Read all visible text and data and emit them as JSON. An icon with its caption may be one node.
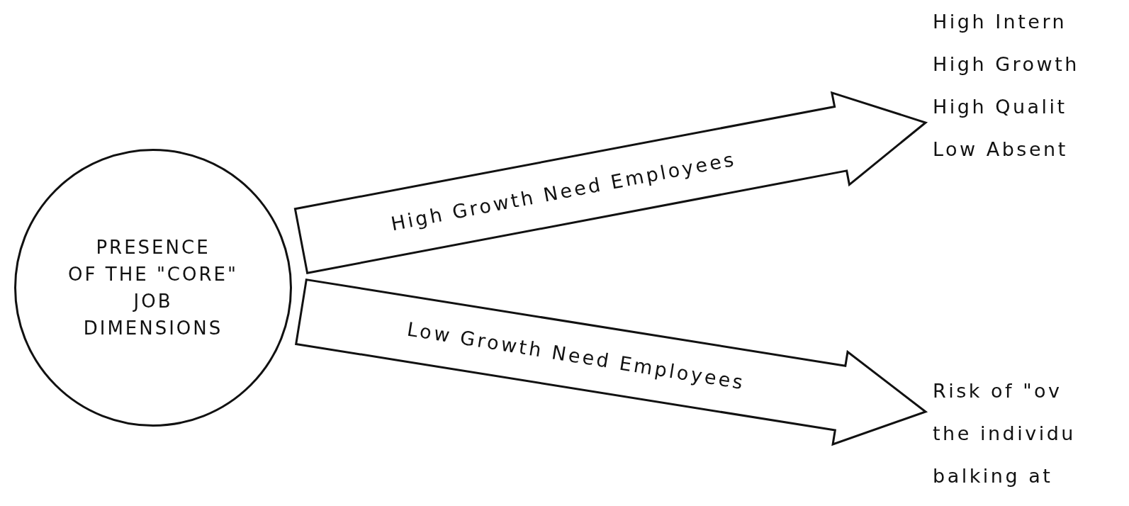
{
  "diagram": {
    "nodes": [
      {
        "text": [
          "PRESENCE",
          "OF THE \"CORE\"",
          "JOB",
          "DIMENSIONS"
        ]
      },
      {
        "text": [
          "High Intern",
          "High Growth",
          "High Qualit",
          "Low Absent"
        ]
      },
      {
        "text": [
          "Risk of \"ov",
          "the individu",
          "balking at"
        ]
      }
    ],
    "edges": [
      {
        "from": 0,
        "to": 1,
        "arrow": "to",
        "label": "High Growth Need Employees"
      },
      {
        "from": 0,
        "to": 2,
        "arrow": "to",
        "label": "Low Growth Need Employees"
      }
    ]
  }
}
